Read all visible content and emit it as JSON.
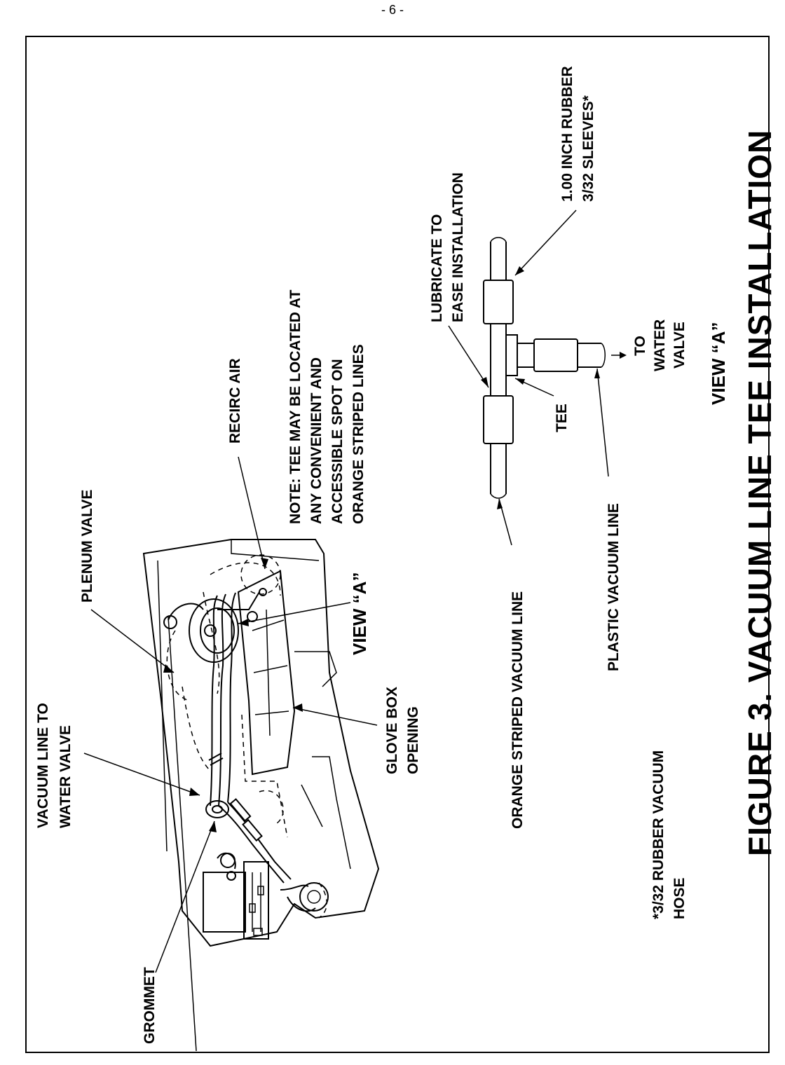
{
  "page_number": "- 6 -",
  "figure_title": "FIGURE 3. VACUUM LINE TEE INSTALLATION",
  "labels": {
    "vacuum_line_to_water_valve": [
      "VACUUM LINE TO",
      "WATER VALVE"
    ],
    "plenum_valve": "PLENUM VALVE",
    "recirc_air": "RECIRC AIR",
    "note": [
      "NOTE: TEE MAY BE LOCATED AT",
      "ANY CONVENIENT AND",
      "ACCESSIBLE SPOT ON",
      "ORANGE STRIPED LINES"
    ],
    "glove_box_opening": [
      "GLOVE BOX",
      "OPENING"
    ],
    "view_a_pointer": "VIEW “A”",
    "grommet": "GROMMET",
    "rubber_vacuum_hose": [
      "*3/32 RUBBER VACUUM",
      "HOSE"
    ],
    "orange_striped_vacuum_line": "ORANGE STRIPED VACUUM LINE",
    "plastic_vacuum_line": "PLASTIC VACUUM LINE",
    "tee": "TEE",
    "lubricate": [
      "LUBRICATE TO",
      "EASE INSTALLATION"
    ],
    "sleeves": [
      "1.00 INCH RUBBER",
      "3/32 SLEEVES*"
    ],
    "to_water_valve": [
      "TO",
      "WATER",
      "VALVE"
    ],
    "view_a_detail": "VIEW “A”"
  }
}
